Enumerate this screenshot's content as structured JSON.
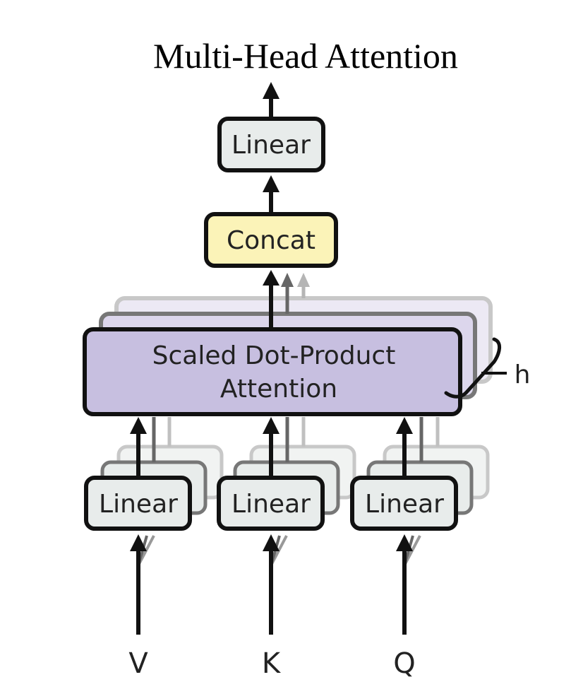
{
  "title": "Multi-Head Attention",
  "blocks": {
    "top_linear": "Linear",
    "concat": "Concat",
    "attention_line1": "Scaled Dot-Product",
    "attention_line2": "Attention",
    "heads_label": "h",
    "linear_v": "Linear",
    "linear_k": "Linear",
    "linear_q": "Linear"
  },
  "inputs": {
    "v": "V",
    "k": "K",
    "q": "Q"
  },
  "colors": {
    "linear_fill": "#e8eceb",
    "concat_fill": "#fbf3b8",
    "attention_fill": "#c7bfe0",
    "stroke": "#111111"
  }
}
